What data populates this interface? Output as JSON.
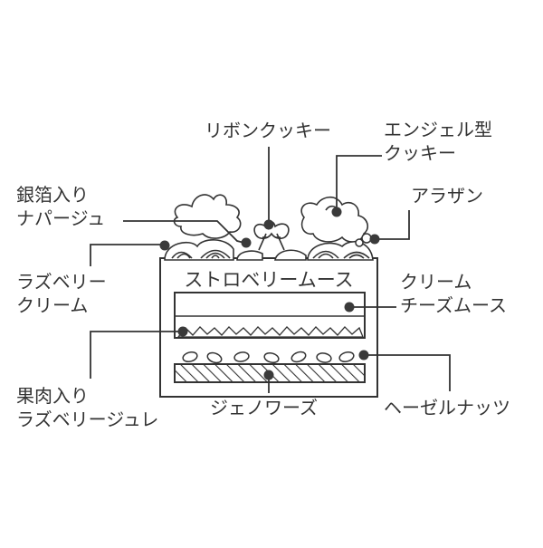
{
  "labels": {
    "ribbon_cookie": [
      "リボンクッキー"
    ],
    "angel_cookie": [
      "エンジェル型",
      "クッキー"
    ],
    "silver_napage": [
      "銀箔入り",
      "ナパージュ"
    ],
    "argent": [
      "アラザン"
    ],
    "raspberry_cream": [
      "ラズベリー",
      "クリーム"
    ],
    "strawberry_mousse": "ストロベリームース",
    "cream_cheese_mousse": [
      "クリーム",
      "チーズムース"
    ],
    "fruit_raspberry_jelly": [
      "果肉入り",
      "ラズベリージュレ"
    ],
    "genoise": [
      "ジェノワーズ"
    ],
    "hazelnuts": [
      "ヘーゼルナッツ"
    ]
  },
  "colors": {
    "line": "#333333",
    "dot": "#3a3a3a",
    "background": "#ffffff"
  }
}
